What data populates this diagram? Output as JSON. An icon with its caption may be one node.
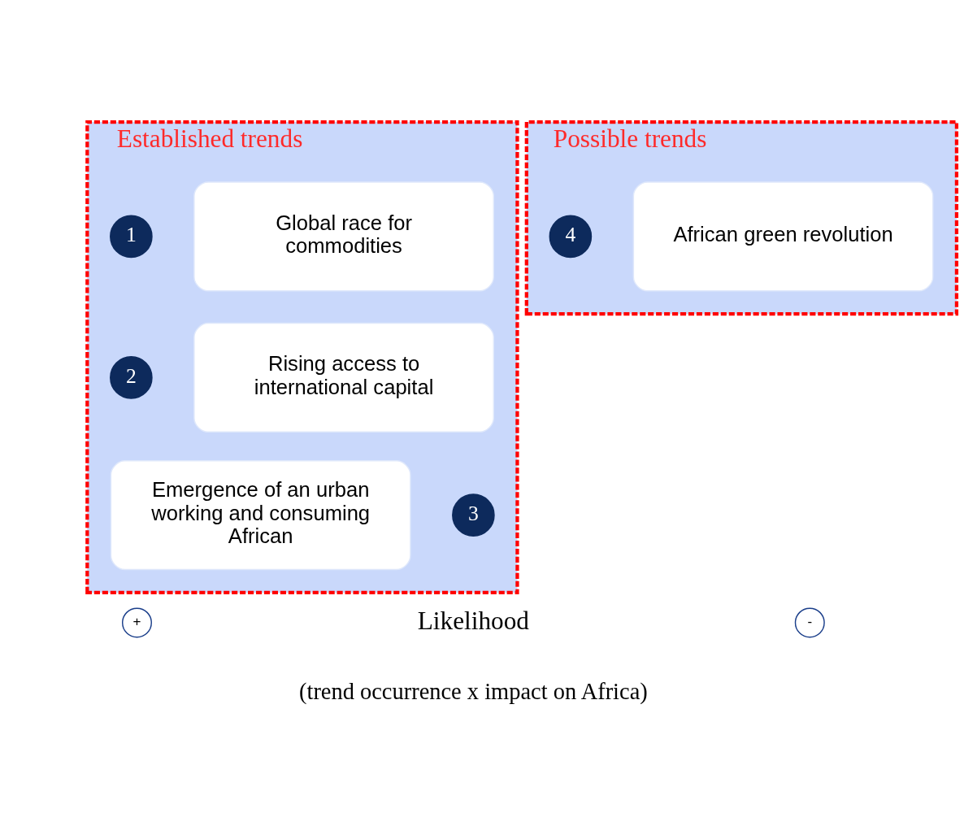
{
  "diagram": {
    "nodes": [
      {
        "text": [
          "Established trends"
        ]
      },
      {
        "text": [
          "1"
        ],
        "in": 0
      },
      {
        "text": [
          "Global race for commodities"
        ],
        "in": 0
      },
      {
        "text": [
          "2"
        ],
        "in": 0
      },
      {
        "text": [
          "Rising access to international capital"
        ],
        "in": 0
      },
      {
        "text": [
          "3"
        ],
        "in": 0
      },
      {
        "text": [
          "Emergence of an urban working and consuming African"
        ],
        "in": 0
      },
      {
        "text": [
          "Possible trends"
        ]
      },
      {
        "text": [
          "4"
        ],
        "in": 7
      },
      {
        "text": [
          "African green revolution"
        ],
        "in": 7
      }
    ],
    "labels": [
      "+",
      "Likelihood",
      "-",
      "(trend occurrence x impact on Africa)"
    ]
  }
}
